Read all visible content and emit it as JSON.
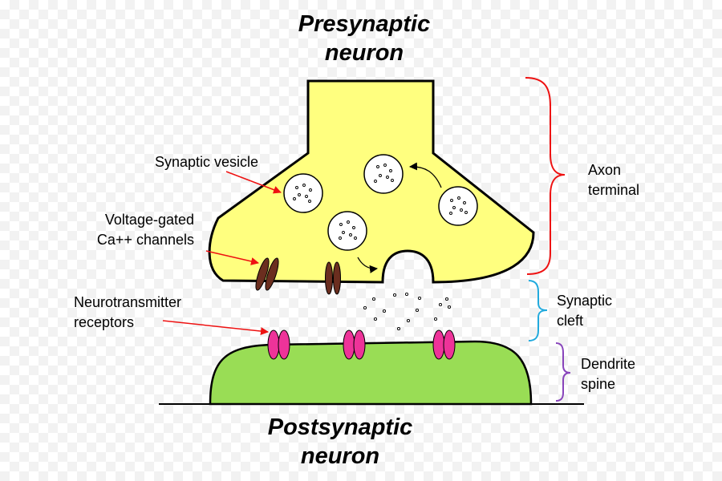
{
  "titles": {
    "presynaptic_line1": "Presynaptic",
    "presynaptic_line2": "neuron",
    "postsynaptic_line1": "Postsynaptic",
    "postsynaptic_line2": "neuron"
  },
  "labels": {
    "synaptic_vesicle": "Synaptic vesicle",
    "voltage_gated_line1": "Voltage-gated",
    "voltage_gated_line2": "Ca++ channels",
    "neurotransmitter_line1": "Neurotransmitter",
    "neurotransmitter_line2": "receptors",
    "axon_line1": "Axon",
    "axon_line2": "terminal",
    "cleft_line1": "Synaptic",
    "cleft_line2": "cleft",
    "dendrite_line1": "Dendrite",
    "dendrite_line2": "spine"
  },
  "colors": {
    "axon_terminal_fill": "#ffff7f",
    "dendrite_spine_fill": "#99dd55",
    "calcium_channel": "#6b2e1f",
    "receptor": "#ee3399",
    "pointer_arrow": "#ee1111",
    "axon_brace": "#ee1111",
    "cleft_brace": "#22aadd",
    "dendrite_brace": "#8844bb"
  }
}
